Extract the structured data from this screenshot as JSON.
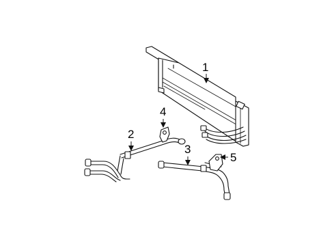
{
  "callouts": {
    "c1": "1",
    "c2": "2",
    "c3": "3",
    "c4": "4",
    "c5": "5"
  },
  "parts": [
    {
      "callout": "1",
      "icon": "oil-cooler-radiator-icon"
    },
    {
      "callout": "2",
      "icon": "cooler-line-pipe-icon"
    },
    {
      "callout": "3",
      "icon": "cooler-hose-assembly-icon"
    },
    {
      "callout": "4",
      "icon": "mounting-bracket-icon"
    },
    {
      "callout": "5",
      "icon": "mounting-bracket-icon"
    }
  ],
  "colors": {
    "line": "#111111",
    "background": "#ffffff"
  }
}
